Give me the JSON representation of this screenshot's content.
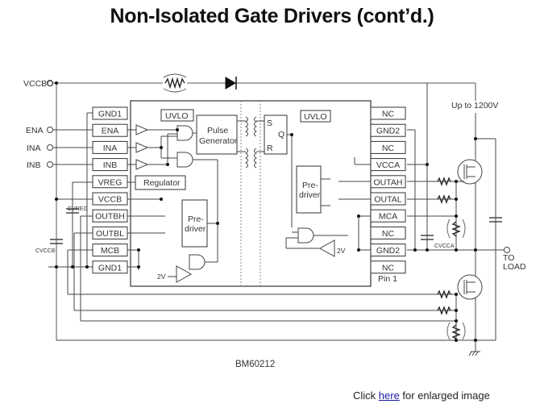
{
  "title": "Non-Isolated Gate Drivers (cont’d.)",
  "diagram": {
    "part_number": "BM60212",
    "external_labels": {
      "vccb_input": "VCCBO",
      "ena_input": "ENA",
      "ina_input": "INA",
      "inb_input": "INB",
      "cvreg": "CVREG",
      "cvccb": "CVCCB",
      "cvcca": "CVCCA",
      "high_voltage": "Up to 1200V",
      "to_load_1": "TO",
      "to_load_2": "LOAD"
    },
    "left_pins": [
      "GND1",
      "ENA",
      "INA",
      "INB",
      "VREG",
      "VCCB",
      "OUTBH",
      "OUTBL",
      "MCB",
      "GND1"
    ],
    "right_pins": [
      "NC",
      "GND2",
      "NC",
      "VCCA",
      "OUTAH",
      "OUTAL",
      "MCA",
      "NC",
      "GND2",
      "NC"
    ],
    "pin1_label": "Pin 1",
    "blocks": {
      "uvlo_left": "UVLO",
      "uvlo_right": "UVLO",
      "pulse_generator_1": "Pulse",
      "pulse_generator_2": "Generator",
      "regulator": "Regulator",
      "predriver_left_1": "Pre-",
      "predriver_left_2": "driver",
      "predriver_right_1": "Pre-",
      "predriver_right_2": "driver",
      "latch_s": "S",
      "latch_q": "Q",
      "latch_r": "R",
      "ref_left": "2V",
      "ref_right": "2V"
    }
  },
  "caption": {
    "prefix": "Click ",
    "link": "here",
    "suffix": " for enlarged image"
  }
}
